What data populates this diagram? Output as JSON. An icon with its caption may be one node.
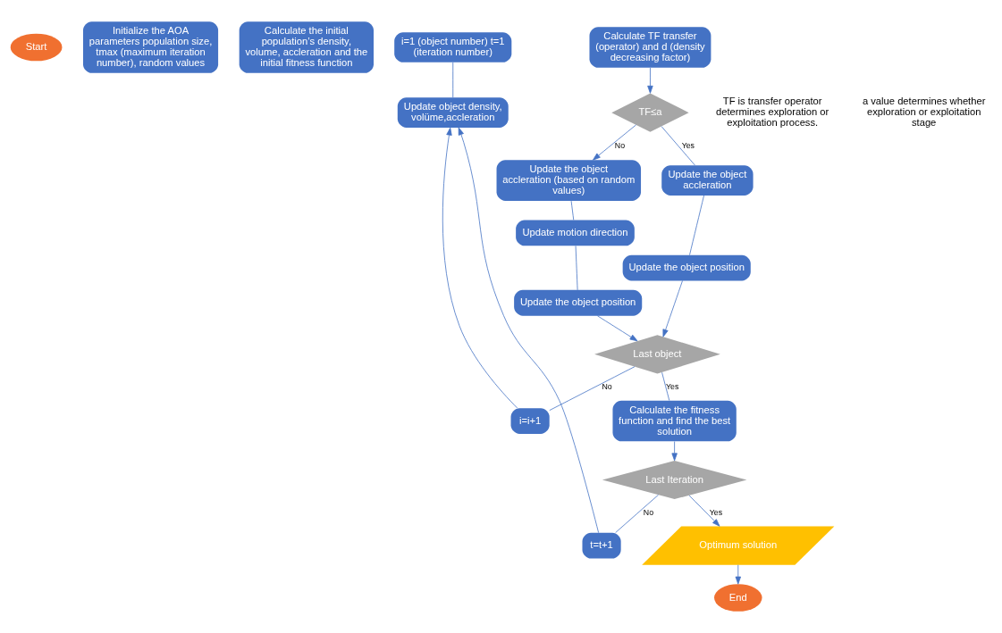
{
  "diagram": {
    "nodes": [
      {
        "text": [
          "Start"
        ]
      },
      {
        "text": [
          "Initialize the AOA parameters population size, tmax (maximum iteration number), random values"
        ]
      },
      {
        "text": [
          "Calculate the initial population’s density, volume, accleration and the initial fitness function"
        ]
      },
      {
        "text": [
          "i=1 (object number) t=1 (iteration number)"
        ]
      },
      {
        "text": [
          "Update object density, volüme,accleration"
        ]
      },
      {
        "text": [
          "Calculate TF transfer (operator) and d (density decreasing factor)"
        ]
      },
      {
        "text": [
          "TF≤a"
        ]
      },
      {
        "text": [
          "Update the object accleration (based on random values)"
        ]
      },
      {
        "text": [
          "Update the object accleration"
        ]
      },
      {
        "text": [
          "Update motion direction"
        ]
      },
      {
        "text": [
          "Update the object position"
        ]
      },
      {
        "text": [
          "Update the object position"
        ]
      },
      {
        "text": [
          "Last object"
        ]
      },
      {
        "text": [
          "i=i+1"
        ]
      },
      {
        "text": [
          "Calculate the fitness function and find the best solution"
        ]
      },
      {
        "text": [
          "Last Iteration"
        ]
      },
      {
        "text": [
          "t=t+1"
        ]
      },
      {
        "text": [
          "Optimum solution"
        ]
      },
      {
        "text": [
          "End"
        ]
      }
    ],
    "edges": [
      {
        "from": 3,
        "to": 4,
        "arrow": "none"
      },
      {
        "from": 5,
        "to": 6,
        "arrow": "to"
      },
      {
        "from": 6,
        "to": 7,
        "arrow": "to",
        "label": "No"
      },
      {
        "from": 6,
        "to": 8,
        "arrow": "none",
        "label": "Yes"
      },
      {
        "from": 8,
        "to": 10,
        "arrow": "none"
      },
      {
        "from": 7,
        "to": 9,
        "arrow": "none"
      },
      {
        "from": 9,
        "to": 11,
        "arrow": "none"
      },
      {
        "from": 10,
        "to": 12,
        "arrow": "to"
      },
      {
        "from": 11,
        "to": 12,
        "arrow": "to"
      },
      {
        "from": 12,
        "to": 13,
        "arrow": "none",
        "label": "No"
      },
      {
        "from": 13,
        "to": 4,
        "arrow": "to"
      },
      {
        "from": 12,
        "to": 14,
        "arrow": "none",
        "label": "Yes"
      },
      {
        "from": 14,
        "to": 15,
        "arrow": "to"
      },
      {
        "from": 15,
        "to": 16,
        "arrow": "none",
        "label": "No"
      },
      {
        "from": 16,
        "to": 4,
        "arrow": "to"
      },
      {
        "from": 15,
        "to": 17,
        "arrow": "to",
        "label": "Yes"
      },
      {
        "from": 17,
        "to": 18,
        "arrow": "to"
      }
    ],
    "labels": [
      "TF is transfer operator determines exploration or exploitation process.",
      "a value determines whether exploration or exploitation stage"
    ]
  }
}
